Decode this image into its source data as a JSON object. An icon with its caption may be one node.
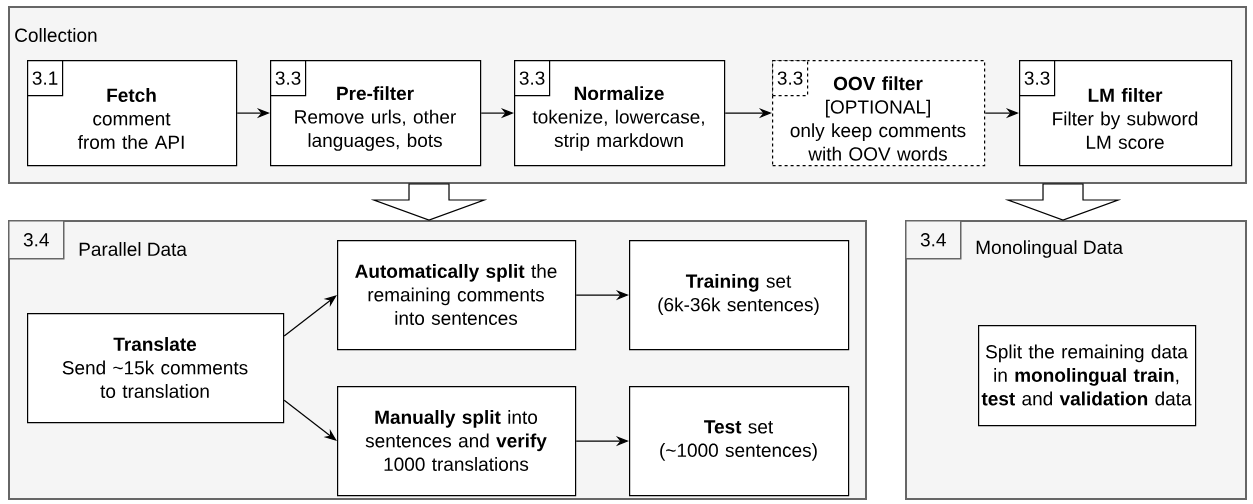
{
  "diagram": {
    "nodes": [
      {
        "text": [
          "Collection"
        ]
      },
      {
        "text": [
          "3.1",
          "Fetch",
          "comment from the API"
        ],
        "in": 0
      },
      {
        "text": [
          "3.3",
          "Pre-filter",
          "Remove urls, other languages, bots"
        ],
        "in": 0
      },
      {
        "text": [
          "3.3",
          "Normalize",
          "tokenize, lowercase, strip markdown"
        ],
        "in": 0
      },
      {
        "text": [
          "3.3",
          "OOV filter",
          "[OPTIONAL]",
          "only keep comments with OOV words"
        ],
        "in": 0
      },
      {
        "text": [
          "3.3",
          "LM filter",
          "Filter by subword LM score"
        ],
        "in": 0
      },
      {
        "text": [
          "3.4",
          "Parallel Data"
        ]
      },
      {
        "text": [
          "Translate",
          "Send ~15k comments to translation"
        ],
        "in": 6
      },
      {
        "text": [
          "**Automatically split** the remaining comments into sentences"
        ],
        "in": 6
      },
      {
        "text": [
          "**Training** set",
          "(6k-36k sentences)"
        ],
        "in": 6
      },
      {
        "text": [
          "**Manually split** into sentences and **verify** 1000 translations"
        ],
        "in": 6
      },
      {
        "text": [
          "**Test** set",
          "(~1000 sentences)"
        ],
        "in": 6
      },
      {
        "text": [
          "3.4",
          "Monolingual Data"
        ]
      },
      {
        "text": [
          "Split the remaining data in **monolingual train**, **test** and **validation** data"
        ],
        "in": 12
      }
    ],
    "edges": [
      {
        "from": 1,
        "to": 2,
        "arrow": "to"
      },
      {
        "from": 2,
        "to": 3,
        "arrow": "to"
      },
      {
        "from": 3,
        "to": 4,
        "arrow": "to"
      },
      {
        "from": 4,
        "to": 5,
        "arrow": "to"
      },
      {
        "from": 7,
        "to": 8,
        "arrow": "to"
      },
      {
        "from": 7,
        "to": 10,
        "arrow": "to"
      },
      {
        "from": 8,
        "to": 9,
        "arrow": "to"
      },
      {
        "from": 10,
        "to": 11,
        "arrow": "to"
      },
      {
        "from": 0,
        "to": 6,
        "arrow": "to",
        "style": "thick"
      },
      {
        "from": 0,
        "to": 12,
        "arrow": "to",
        "style": "thick"
      }
    ]
  }
}
